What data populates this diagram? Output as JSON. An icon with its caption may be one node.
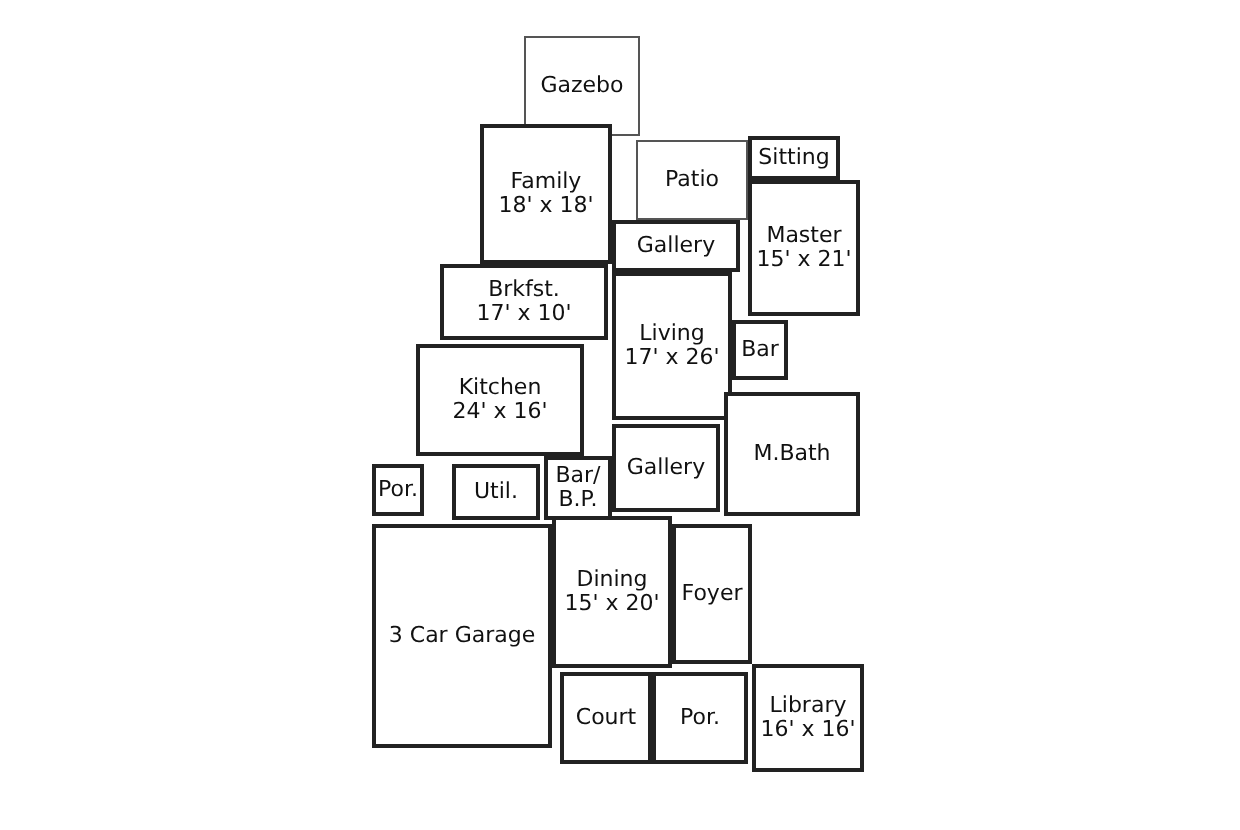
{
  "diagram": {
    "nodes": [
      {
        "text": [
          "Gazebo"
        ]
      },
      {
        "text": [
          "Patio"
        ]
      },
      {
        "text": [
          "Sitting"
        ]
      },
      {
        "text": [
          "Family",
          "18' x 18'"
        ]
      },
      {
        "text": [
          "Master",
          "15' x 21'"
        ]
      },
      {
        "text": [
          "Gallery"
        ]
      },
      {
        "text": [
          "Brkfst.",
          "17' x 10'"
        ]
      },
      {
        "text": [
          "Living",
          "17' x 26'"
        ]
      },
      {
        "text": [
          "Bar"
        ]
      },
      {
        "text": [
          "Kitchen",
          "24' x 16'"
        ]
      },
      {
        "text": [
          "M.Bath"
        ]
      },
      {
        "text": [
          "Por."
        ]
      },
      {
        "text": [
          "Util."
        ]
      },
      {
        "text": [
          "Bar/ B.P."
        ]
      },
      {
        "text": [
          "Gallery"
        ]
      },
      {
        "text": [
          "Dining",
          "15' x 20'"
        ]
      },
      {
        "text": [
          "3 Car Garage"
        ]
      },
      {
        "text": [
          "Foyer"
        ]
      },
      {
        "text": [
          "Library",
          "16' x 16'"
        ]
      },
      {
        "text": [
          "Court"
        ]
      },
      {
        "text": [
          "Por."
        ]
      }
    ]
  }
}
